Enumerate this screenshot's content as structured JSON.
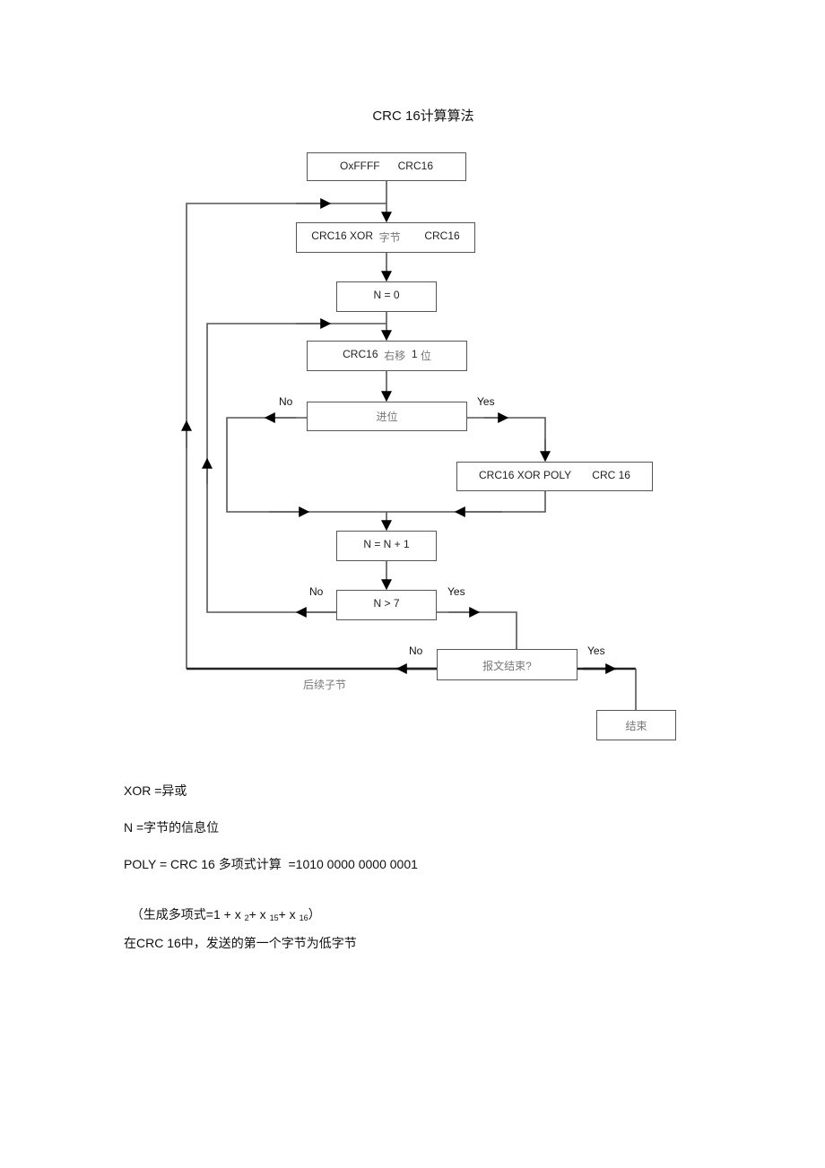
{
  "title": "CRC 16计算算法",
  "flowchart": {
    "boxes": {
      "init": {
        "text": "OxFFFF      CRC16"
      },
      "xor_byte": {
        "part1": "CRC16 XOR  ",
        "part2": "字节",
        "part3": "        CRC16"
      },
      "n_zero": {
        "text": "N = 0"
      },
      "shift": {
        "part1": "CRC16  ",
        "part2": "右移  ",
        "part3": "1",
        "part4": " 位"
      },
      "carry": {
        "text": "进位"
      },
      "xor_poly": {
        "text": "CRC16 XOR POLY       CRC 16"
      },
      "n_inc": {
        "text": "N = N + 1"
      },
      "n_gt7": {
        "text": "N > 7"
      },
      "msg_end": {
        "text": "报文结束?"
      },
      "end": {
        "text": "结束"
      }
    },
    "labels": {
      "carry_no": "No",
      "carry_yes": "Yes",
      "n_no": "No",
      "n_yes": "Yes",
      "end_no": "No",
      "end_yes": "Yes",
      "next_byte": "后续子节"
    }
  },
  "notes": {
    "xor": "XOR =异或",
    "n": "N =字节的信息位",
    "poly": "POLY = CRC 16 多项式计算  =1010 0000 0000 0001",
    "generator": {
      "prefix": "（生成多项式=1 + x ",
      "e1": "2",
      "mid1": "+ x ",
      "e2": "15",
      "mid2": "+ x ",
      "e3": "16",
      "suffix": "）"
    },
    "first_byte": "在CRC 16中，发送的第一个字节为低字节"
  }
}
